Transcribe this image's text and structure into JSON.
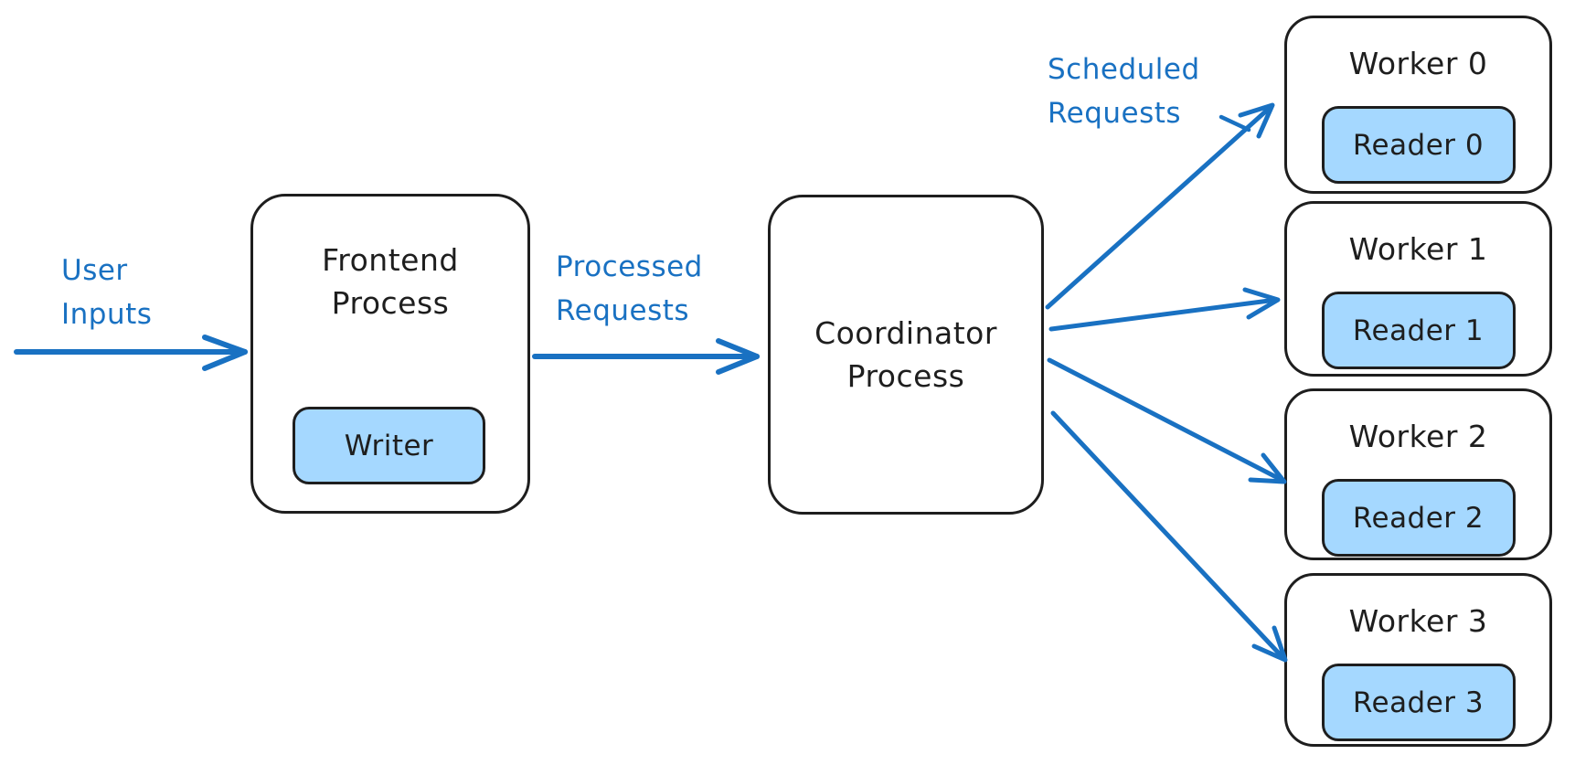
{
  "colors": {
    "stroke_black": "#1e1e1e",
    "accent_blue": "#1971c2",
    "fill_light_blue": "#a5d8ff",
    "background": "#ffffff"
  },
  "labels": {
    "user_inputs": "User\nInputs",
    "processed_requests": "Processed\nRequests",
    "scheduled_requests": "Scheduled\nRequests"
  },
  "frontend": {
    "title": "Frontend\nProcess",
    "writer_label": "Writer"
  },
  "coordinator": {
    "title": "Coordinator\nProcess"
  },
  "workers": [
    {
      "title": "Worker 0",
      "reader_label": "Reader 0"
    },
    {
      "title": "Worker 1",
      "reader_label": "Reader 1"
    },
    {
      "title": "Worker 2",
      "reader_label": "Reader 2"
    },
    {
      "title": "Worker 3",
      "reader_label": "Reader 3"
    }
  ]
}
